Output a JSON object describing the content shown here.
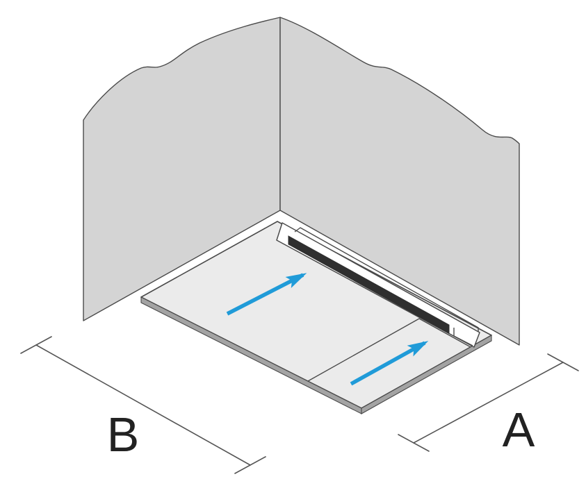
{
  "diagram": {
    "type": "isometric-installation-diagram",
    "dimension_labels": {
      "a": "A",
      "b": "B"
    },
    "parts": {
      "left_wall": "left-wall-panel",
      "right_wall": "right-wall-panel",
      "tray": "sloped-floor-board",
      "drain_flange": "linear-drain-frame",
      "drain_grate": "linear-drain-grate",
      "fold_line": "slope-fold-line",
      "arrows": "slope-direction-arrows",
      "dimension_a": "width-dimension",
      "dimension_b": "length-dimension"
    }
  },
  "colors": {
    "background": "#ffffff",
    "wall": "#d4d4d4",
    "tray": "#ebebeb",
    "tray_edge": "#a3a3a3",
    "flange": "#ffffff",
    "grate": "#2f2f2f",
    "line": "#4a4a4a",
    "dim": "#555555",
    "arrow": "#209bd8",
    "label": "#222222"
  }
}
